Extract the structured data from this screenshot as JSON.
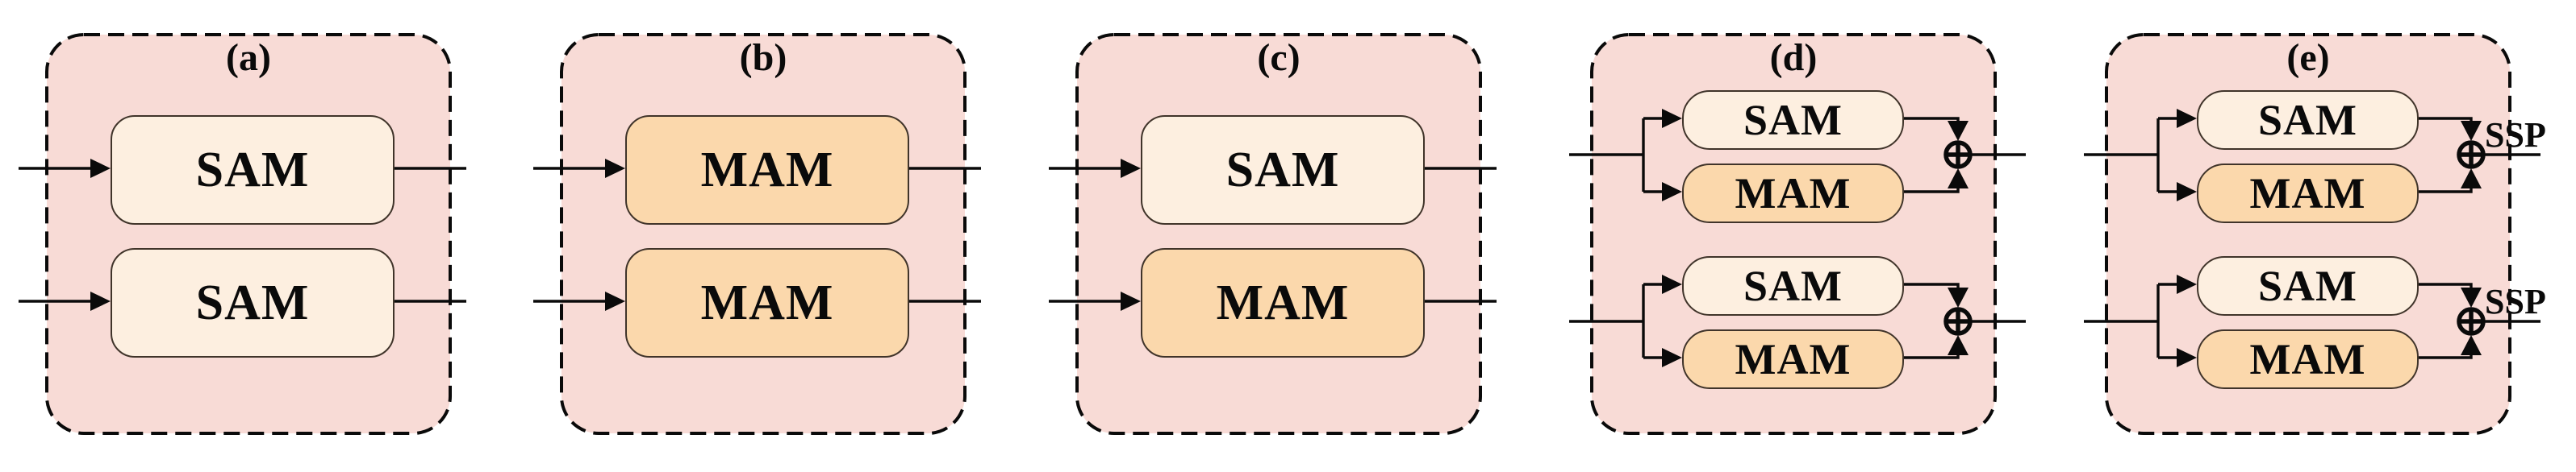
{
  "figure": {
    "description": "Five architecture variants composed of SAM and MAM attention modules",
    "colors": {
      "canvas_bg": "#ffffff",
      "panel_bg": "#f8dbd6",
      "panel_border": "#0a0a0a",
      "sam_fill": "#fdefe0",
      "mam_fill": "#fbd8ac",
      "wire": "#0a0a0a"
    },
    "icons": {
      "merge": "circled-plus-icon",
      "flow": "arrowhead-icon"
    },
    "panels": [
      {
        "label": "(a)",
        "modules": [
          "SAM",
          "SAM"
        ]
      },
      {
        "label": "(b)",
        "modules": [
          "MAM",
          "MAM"
        ]
      },
      {
        "label": "(c)",
        "modules": [
          "SAM",
          "MAM"
        ]
      },
      {
        "label": "(d)",
        "merge_symbol": "⊕",
        "groups": [
          {
            "modules": [
              "SAM",
              "MAM"
            ]
          },
          {
            "modules": [
              "SAM",
              "MAM"
            ]
          }
        ]
      },
      {
        "label": "(e)",
        "merge_symbol": "⊕",
        "output_label": "SSP",
        "groups": [
          {
            "modules": [
              "SAM",
              "MAM"
            ]
          },
          {
            "modules": [
              "SAM",
              "MAM"
            ]
          }
        ]
      }
    ]
  }
}
